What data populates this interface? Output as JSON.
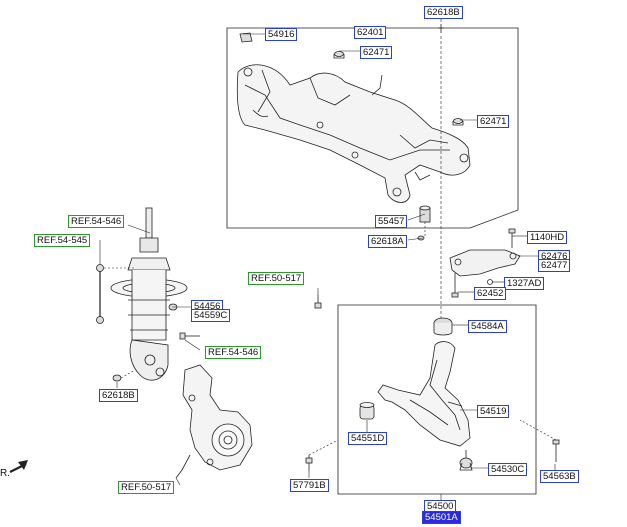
{
  "labels": {
    "p_62618B_top": "62618B",
    "p_54916": "54916",
    "p_62401": "62401",
    "p_62471_a": "62471",
    "p_62471_b": "62471",
    "p_55457": "55457",
    "p_62618A": "62618A",
    "p_1140HD": "1140HD",
    "p_62476": "62476",
    "p_62477": "62477",
    "p_1327AD": "1327AD",
    "p_62452": "62452",
    "p_54584A": "54584A",
    "p_54519": "54519",
    "p_54551D": "54551D",
    "p_54530C": "54530C",
    "p_54563B": "54563B",
    "p_57791B": "57791B",
    "p_54500": "54500",
    "p_54501A": "54501A",
    "p_54456": "54456",
    "p_54559C": "54559C",
    "p_62618B_low": "62618B",
    "r_54546_top": "REF.54-546",
    "r_54545": "REF.54-545",
    "r_50517_top": "REF.50-517",
    "r_54546_mid": "REF.54-546",
    "r_50517_bot": "REF.50-517",
    "fr_text": "R."
  }
}
